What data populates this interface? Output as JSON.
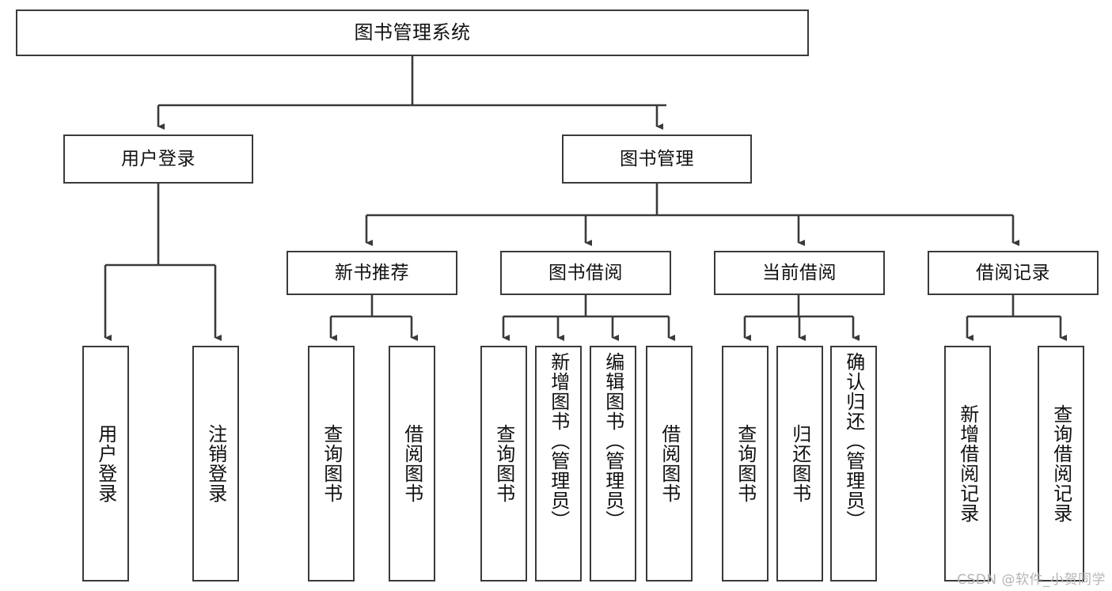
{
  "diagram": {
    "title": "图书管理系统",
    "watermark": "CSDN @软件_小贺同学",
    "line_color": "#3a3a3a",
    "background_color": "#ffffff",
    "text_color": "#111111",
    "watermark_color": "#b4b4b4"
  },
  "nodes": {
    "root": {
      "label": "图书管理系统"
    },
    "level2": [
      {
        "id": "user-login",
        "label": "用户登录"
      },
      {
        "id": "book-manage",
        "label": "图书管理"
      }
    ],
    "level3": [
      {
        "id": "new-book-recommend",
        "label": "新书推荐"
      },
      {
        "id": "book-borrow",
        "label": "图书借阅"
      },
      {
        "id": "current-borrow",
        "label": "当前借阅"
      },
      {
        "id": "borrow-record",
        "label": "借阅记录"
      }
    ],
    "leaves": {
      "user_login": [
        {
          "id": "leaf-user-login",
          "label": "用户登录"
        },
        {
          "id": "leaf-logout-login",
          "label": "注销登录"
        }
      ],
      "new_book_recommend": [
        {
          "id": "leaf-query-book-1",
          "label": "查询图书"
        },
        {
          "id": "leaf-borrow-book-1",
          "label": "借阅图书"
        }
      ],
      "book_borrow": [
        {
          "id": "leaf-query-book-2",
          "label": "查询图书"
        },
        {
          "id": "leaf-add-book",
          "label": "新增图书（管理员）"
        },
        {
          "id": "leaf-edit-book",
          "label": "编辑图书（管理员）"
        },
        {
          "id": "leaf-borrow-book-2",
          "label": "借阅图书"
        }
      ],
      "current_borrow": [
        {
          "id": "leaf-query-book-3",
          "label": "查询图书"
        },
        {
          "id": "leaf-return-book",
          "label": "归还图书"
        },
        {
          "id": "leaf-confirm-return",
          "label": "确认归还（管理员）"
        }
      ],
      "borrow_record": [
        {
          "id": "leaf-add-record",
          "label": "新增借阅记录"
        },
        {
          "id": "leaf-query-record",
          "label": "查询借阅记录"
        }
      ]
    }
  }
}
